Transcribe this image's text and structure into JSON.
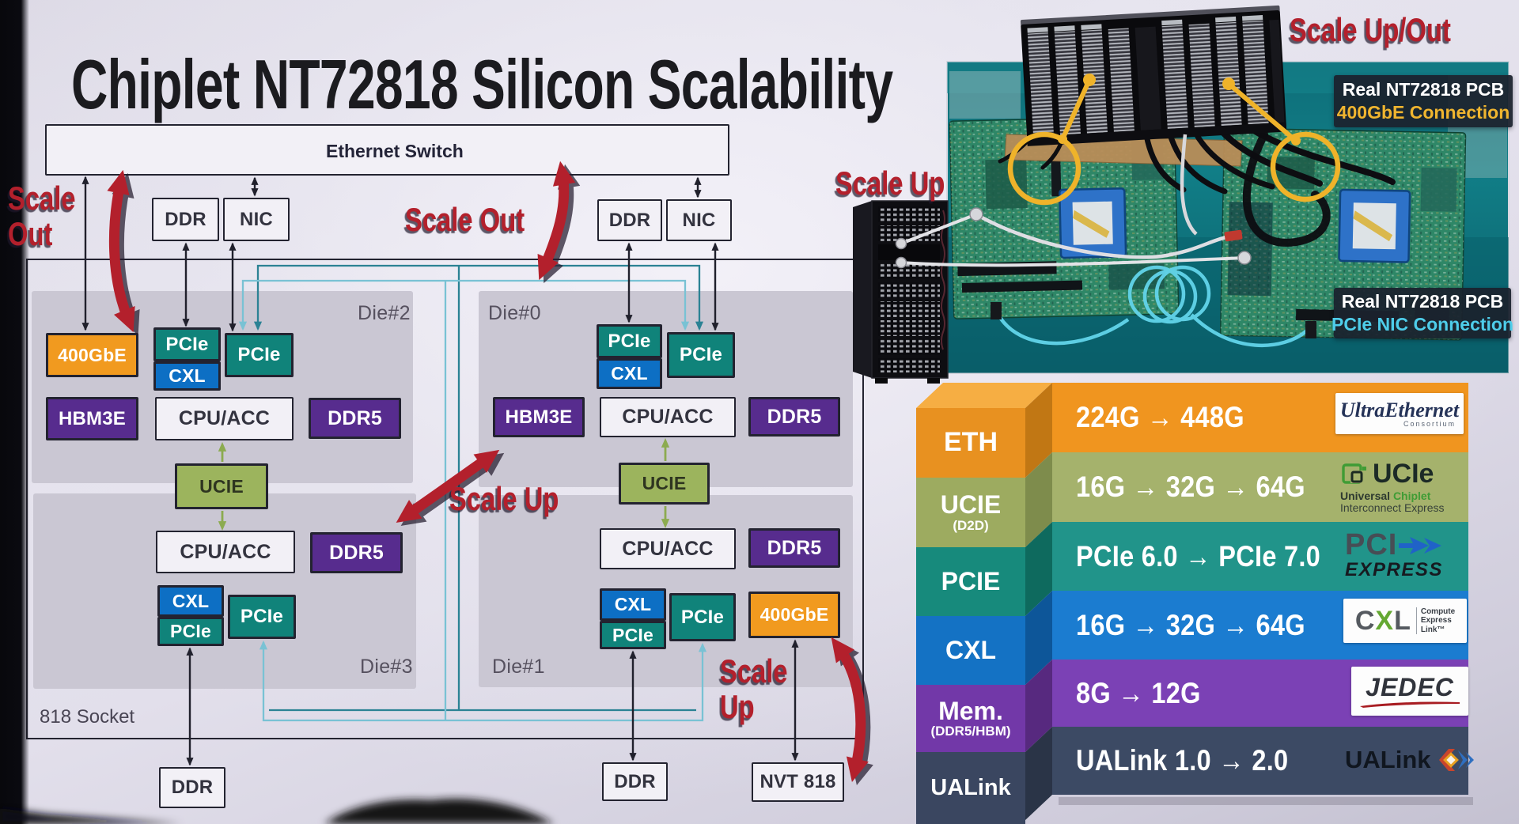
{
  "slide": {
    "title": "Chiplet NT72818 Silicon Scalability"
  },
  "labels": {
    "ethernet_switch": "Ethernet Switch",
    "socket": "818 Socket",
    "scale_out_left_line1": "Scale",
    "scale_out_left_line2": "Out",
    "scale_out_mid": "Scale Out",
    "scale_up_mid": "Scale Up",
    "scale_up_bottom_line1": "Scale",
    "scale_up_bottom_line2": "Up",
    "scale_up_rack": "Scale Up",
    "scale_up_out": "Scale Up/Out"
  },
  "top_io": {
    "ddr_left": "DDR",
    "nic_left": "NIC",
    "ddr_right": "DDR",
    "nic_right": "NIC"
  },
  "bottom_io": {
    "ddr_left": "DDR",
    "ddr_right": "DDR",
    "nvt": "NVT 818"
  },
  "dies": {
    "die2": {
      "name": "Die#2",
      "gbe": "400GbE",
      "pcie_a": "PCIe",
      "cxl": "CXL",
      "pcie_b": "PCIe",
      "hbm": "HBM3E",
      "cpu": "CPU/ACC",
      "ddr5": "DDR5",
      "ucie": "UCIE"
    },
    "die0": {
      "name": "Die#0",
      "pcie_a": "PCIe",
      "cxl": "CXL",
      "pcie_b": "PCIe",
      "hbm": "HBM3E",
      "cpu": "CPU/ACC",
      "ddr5": "DDR5",
      "ucie": "UCIE"
    },
    "die3": {
      "name": "Die#3",
      "cpu": "CPU/ACC",
      "ddr5": "DDR5",
      "cxl": "CXL",
      "pcie_a": "PCIe",
      "pcie_b": "PCIe"
    },
    "die1": {
      "name": "Die#1",
      "cpu": "CPU/ACC",
      "ddr5": "DDR5",
      "cxl": "CXL",
      "pcie_a": "PCIe",
      "pcie_b": "PCIe",
      "gbe": "400GbE"
    }
  },
  "photo": {
    "caption_400gbe": {
      "line1": "Real NT72818 PCB",
      "line2": "400GbE Connection"
    },
    "caption_pcie": {
      "line1": "Real NT72818 PCB",
      "line2": "PCIe NIC Connection"
    }
  },
  "scalability": {
    "rows": [
      {
        "key": "ETH",
        "key_sub": "",
        "value": "224G → 448G",
        "logo": "ultra-ethernet"
      },
      {
        "key": "UCIE",
        "key_sub": "(D2D)",
        "value": "16G → 32G → 64G",
        "logo": "ucie"
      },
      {
        "key": "PCIE",
        "key_sub": "",
        "value": "PCIe 6.0 → PCIe 7.0",
        "logo": "pci-express"
      },
      {
        "key": "CXL",
        "key_sub": "",
        "value": "16G → 32G → 64G",
        "logo": "cxl"
      },
      {
        "key": "Mem.",
        "key_sub": "(DDR5/HBM)",
        "value": "8G → 12G",
        "logo": "jedec"
      },
      {
        "key": "UALink",
        "key_sub": "",
        "value": "UALink 1.0 → 2.0",
        "logo": "ualink"
      }
    ],
    "logos": {
      "uec_line1": "UltraEthernet",
      "uec_line2": "Consortium",
      "ucie_name": "UCIe",
      "ucie_sub1a": "Universal ",
      "ucie_sub1b": "Chiplet",
      "ucie_sub2": "Interconnect Express",
      "pci_name": "PCI",
      "pci_sub": "EXPRESS",
      "cxl_c": "C",
      "cxl_x": "X",
      "cxl_l": "L",
      "cxl_sub1": "Compute",
      "cxl_sub2": "Express",
      "cxl_sub3": "Link™",
      "jedec_name": "JEDEC",
      "ualink_name": "UALink"
    }
  },
  "colors": {
    "accent_red": "#b3202c",
    "teal_box": "#10837a",
    "blue_box": "#0d6fc4",
    "purple_box": "#572c8e",
    "orange_box": "#f19a1f",
    "ucie_green": "#9cb45d",
    "eth_band": "#f0951f",
    "ucie_band": "#a5b26c",
    "pcie_band": "#21948a",
    "cxl_band": "#1b7cd0",
    "mem_band": "#7b41b5",
    "ualink_band": "#3c4a64"
  },
  "chart_data": {
    "type": "table",
    "title": "Interconnect scalability roadmap",
    "rows": [
      {
        "category": "ETH",
        "roadmap": [
          "224G",
          "448G"
        ],
        "standard_logo": "Ultra Ethernet Consortium"
      },
      {
        "category": "UCIE (D2D)",
        "roadmap": [
          "16G",
          "32G",
          "64G"
        ],
        "standard_logo": "UCIe Universal Chiplet Interconnect Express"
      },
      {
        "category": "PCIE",
        "roadmap": [
          "PCIe 6.0",
          "PCIe 7.0"
        ],
        "standard_logo": "PCI Express"
      },
      {
        "category": "CXL",
        "roadmap": [
          "16G",
          "32G",
          "64G"
        ],
        "standard_logo": "CXL Compute Express Link"
      },
      {
        "category": "Mem. (DDR5/HBM)",
        "roadmap": [
          "8G",
          "12G"
        ],
        "standard_logo": "JEDEC"
      },
      {
        "category": "UALink",
        "roadmap": [
          "UALink 1.0",
          "2.0"
        ],
        "standard_logo": "UALink"
      }
    ]
  }
}
